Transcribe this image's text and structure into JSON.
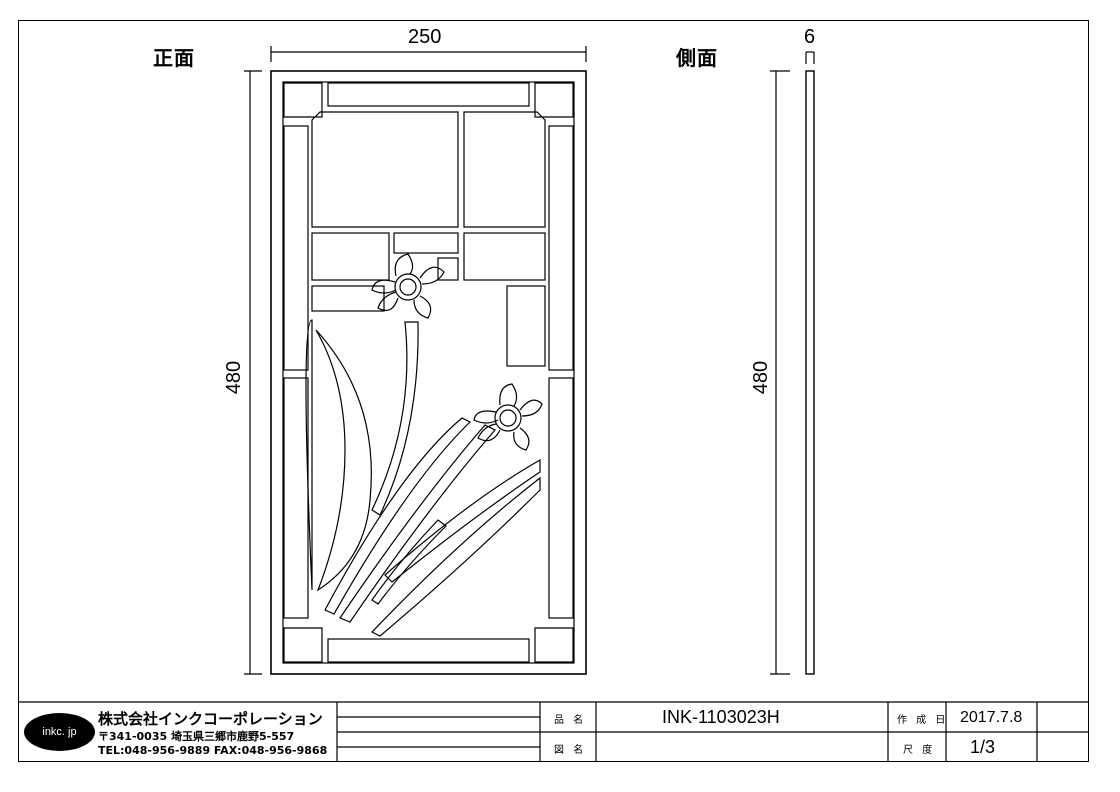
{
  "front_view": {
    "label": "正面",
    "width_dim": "250",
    "height_dim": "480"
  },
  "side_view": {
    "label": "側面",
    "thickness_dim": "6",
    "height_dim": "480"
  },
  "title_block": {
    "logo_text": "inkc. jp",
    "company_name": "株式会社インクコーポレーション",
    "address": "〒341-0035 埼玉県三郷市鹿野5-557",
    "tel_fax": "TEL:048-956-9889  FAX:048-956-9868",
    "product_name_label": "品 名",
    "product_name": "INK-1103023H",
    "drawing_name_label": "図 名",
    "drawing_name": "",
    "date_label": "作 成 日",
    "date": "2017.7.8",
    "scale_label": "尺 度",
    "scale": "1/3"
  }
}
